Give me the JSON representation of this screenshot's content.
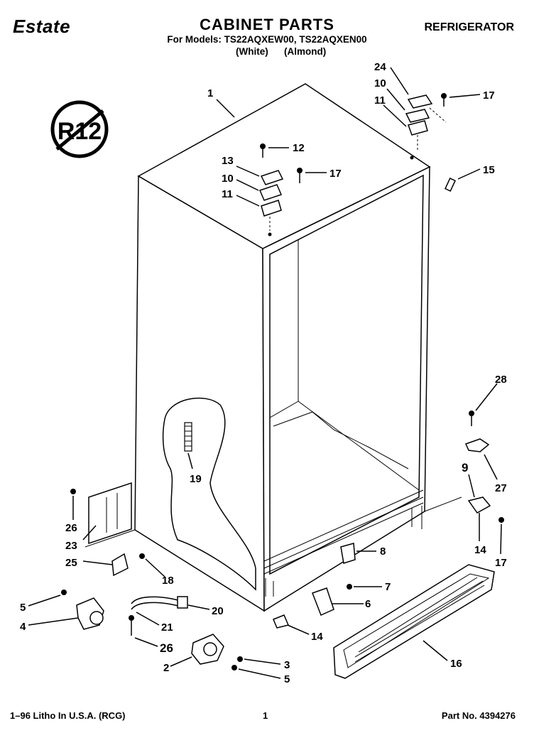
{
  "header": {
    "brand": "Estate",
    "title": "CABINET PARTS",
    "category": "REFRIGERATOR",
    "models_line": "For Models: TS22AQXEW00, TS22AQXEN00",
    "variant_white": "(White)",
    "variant_almond": "(Almond)"
  },
  "badge": {
    "text": "R12"
  },
  "callouts": [
    "1",
    "24",
    "10",
    "11",
    "17",
    "12",
    "13",
    "10",
    "17",
    "11",
    "15",
    "19",
    "28",
    "9",
    "27",
    "14",
    "17",
    "8",
    "26",
    "23",
    "25",
    "18",
    "7",
    "6",
    "20",
    "5",
    "4",
    "21",
    "26",
    "14",
    "16",
    "2",
    "3",
    "5"
  ],
  "footer": {
    "left": "1–96 Litho In U.S.A. (RCG)",
    "center": "1",
    "right": "Part No. 4394276"
  }
}
